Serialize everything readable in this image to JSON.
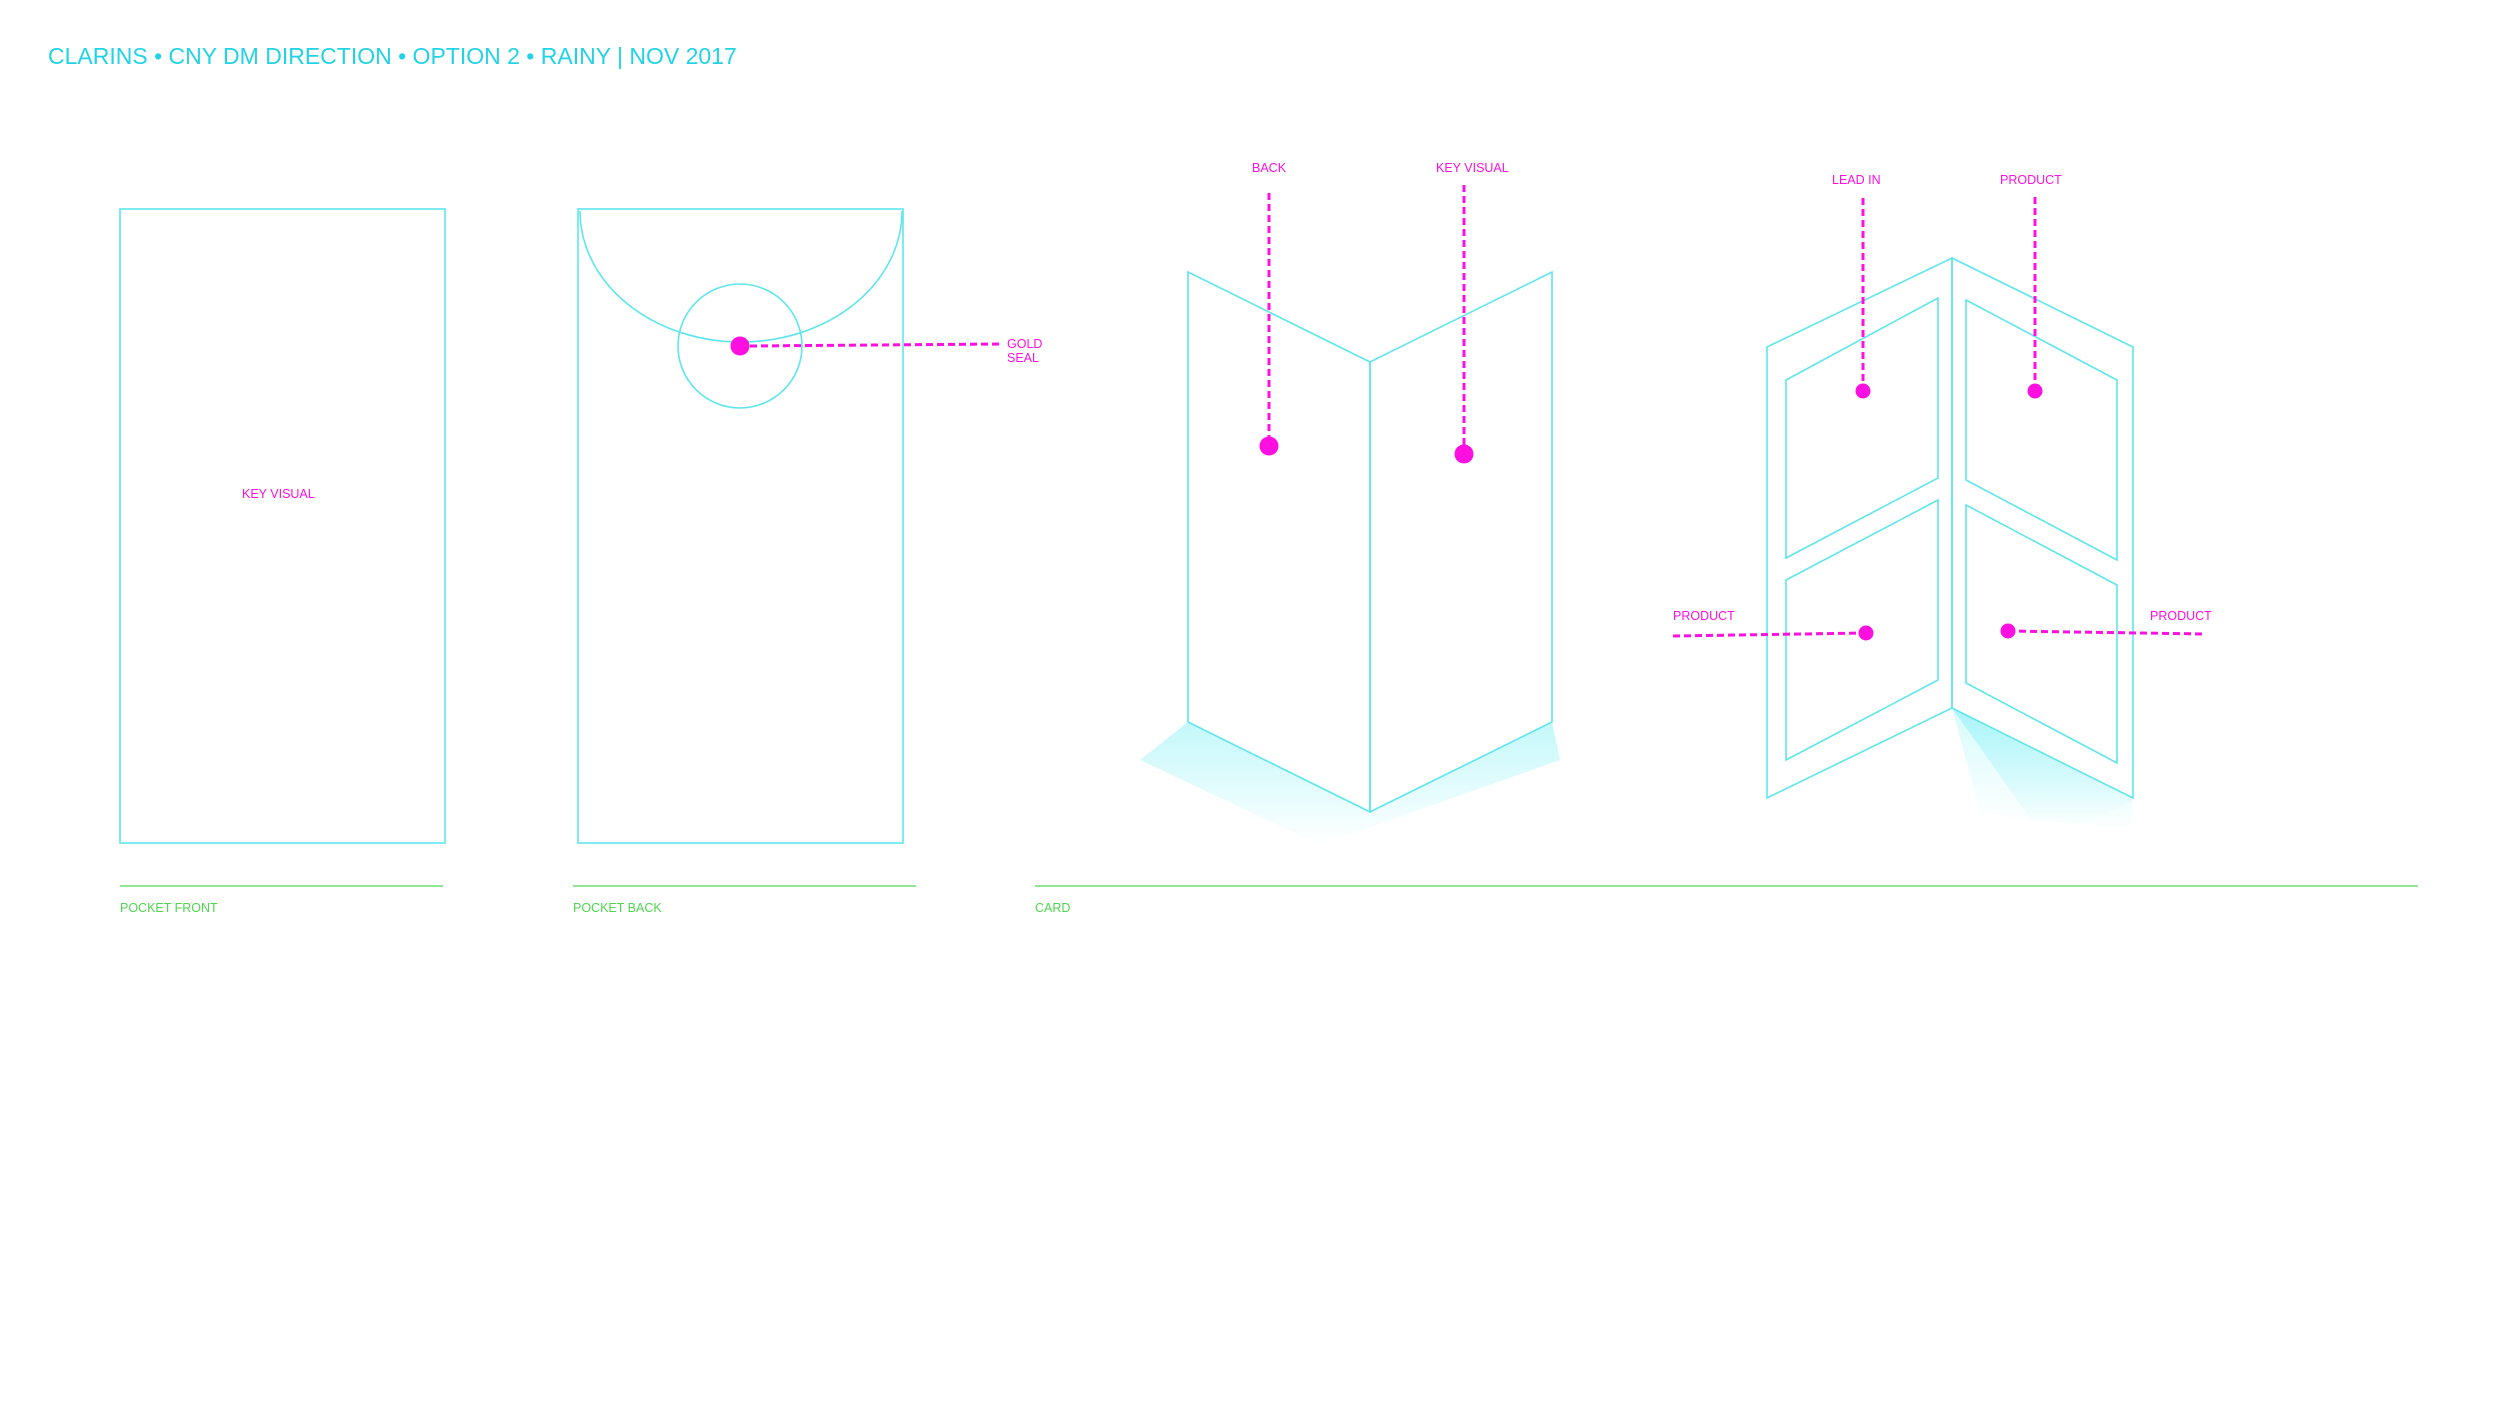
{
  "title": "CLARINS • CNY DM DIRECTION • OPTION 2 • RAINY | NOV 2017",
  "colors": {
    "title": "#22d3e6",
    "outline": "#5ee6ec",
    "annotation": "#ff10e0",
    "section": "#4fd64f",
    "shadow": "#7beff5"
  },
  "sections": {
    "pocket_front": "POCKET FRONT",
    "pocket_back": "POCKET BACK",
    "card": "CARD"
  },
  "labels": {
    "key_visual_front": "KEY VISUAL",
    "gold_seal_line1": "GOLD",
    "gold_seal_line2": "SEAL",
    "back": "BACK",
    "key_visual_card": "KEY VISUAL",
    "lead_in": "LEAD IN",
    "product_top": "PRODUCT",
    "product_left": "PRODUCT",
    "product_right": "PRODUCT"
  }
}
